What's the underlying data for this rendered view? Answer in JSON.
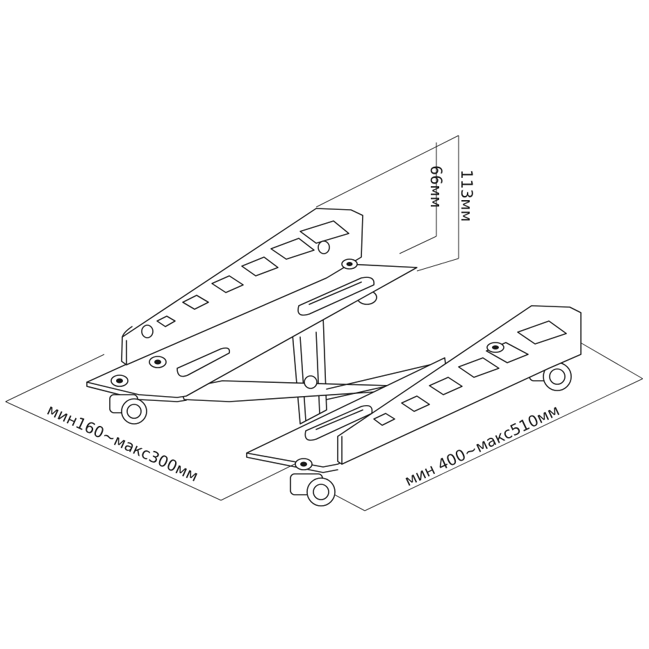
{
  "dimensions": {
    "height_inner": "66мм",
    "height_total": "113мм",
    "width_front": "мин160~макс300мм",
    "length_side": "мин 400~макс510мм"
  },
  "colors": {
    "line": "#1a1a1a",
    "background": "#ffffff"
  }
}
